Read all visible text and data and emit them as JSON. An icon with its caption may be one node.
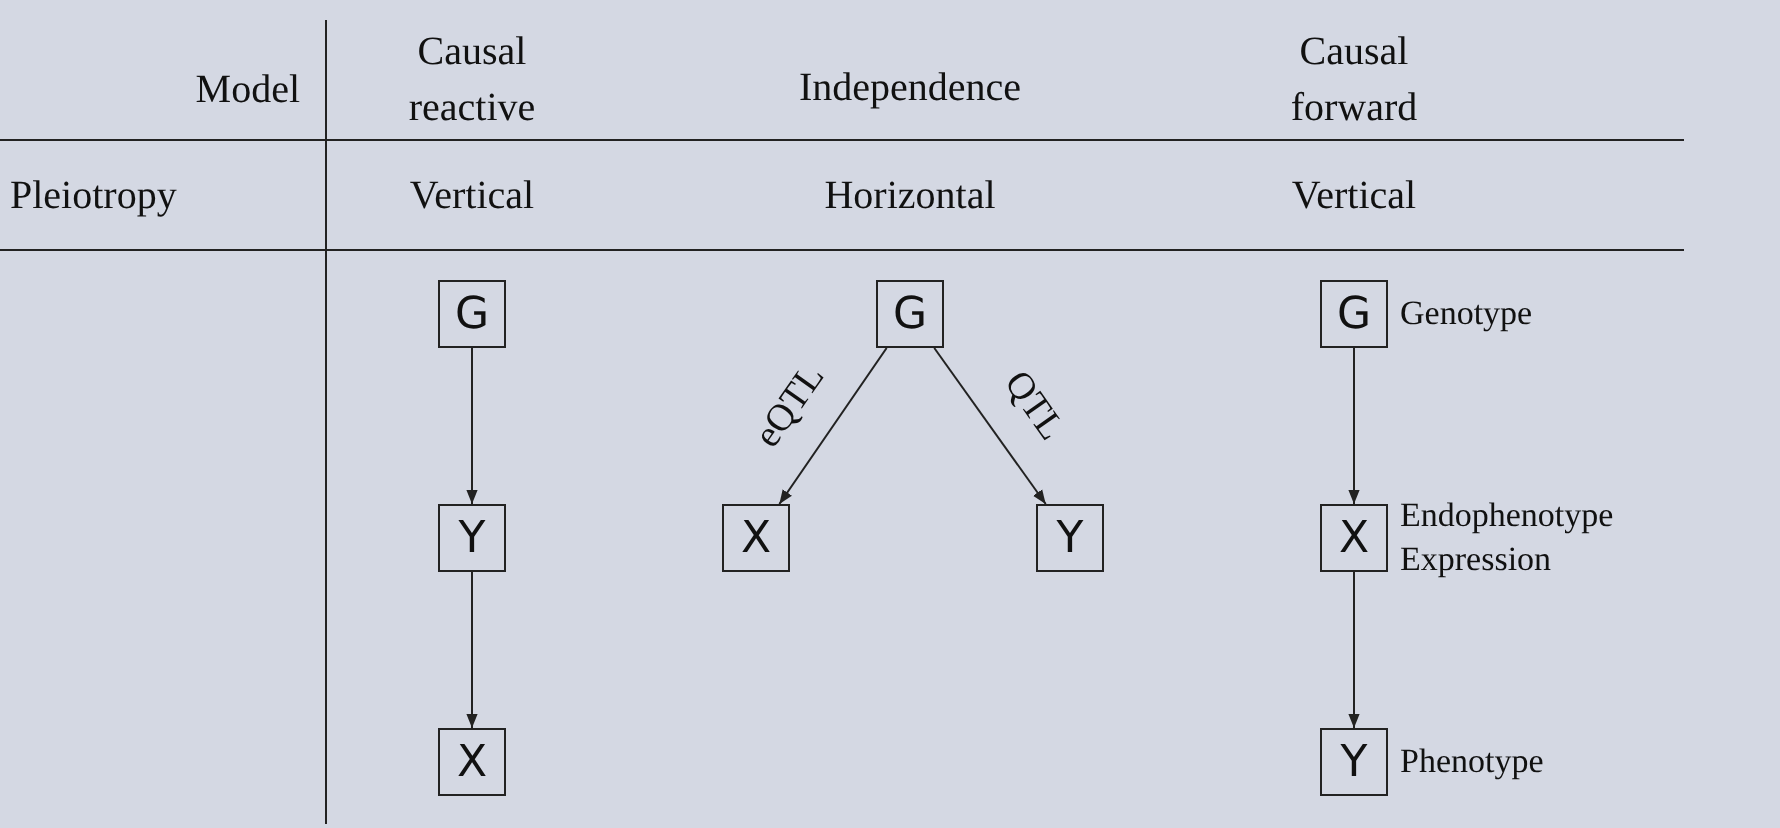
{
  "diagram": {
    "nodes": [
      {
        "text": [
          "G"
        ]
      },
      {
        "text": [
          "Y"
        ]
      },
      {
        "text": [
          "X"
        ]
      },
      {
        "text": [
          "G"
        ]
      },
      {
        "text": [
          "X"
        ]
      },
      {
        "text": [
          "Y"
        ]
      },
      {
        "text": [
          "G"
        ],
        "beside": [
          "Genotype"
        ]
      },
      {
        "text": [
          "X"
        ],
        "beside": [
          "Endophenotype",
          "Expression"
        ]
      },
      {
        "text": [
          "Y"
        ],
        "beside": [
          "Phenotype"
        ]
      }
    ],
    "edges": [
      {
        "from": 0,
        "to": 1,
        "arrow": "to"
      },
      {
        "from": 1,
        "to": 2,
        "arrow": "to"
      },
      {
        "from": 3,
        "to": 4,
        "arrow": "to",
        "label": "eQTL"
      },
      {
        "from": 3,
        "to": 5,
        "arrow": "to",
        "label": "QTL"
      },
      {
        "from": 6,
        "to": 7,
        "arrow": "to"
      },
      {
        "from": 7,
        "to": 8,
        "arrow": "to"
      }
    ],
    "labels": [
      "Model",
      "Causal reactive",
      "Independence",
      "Causal forward",
      "Pleiotropy",
      "Vertical",
      "Horizontal",
      "Vertical"
    ]
  }
}
